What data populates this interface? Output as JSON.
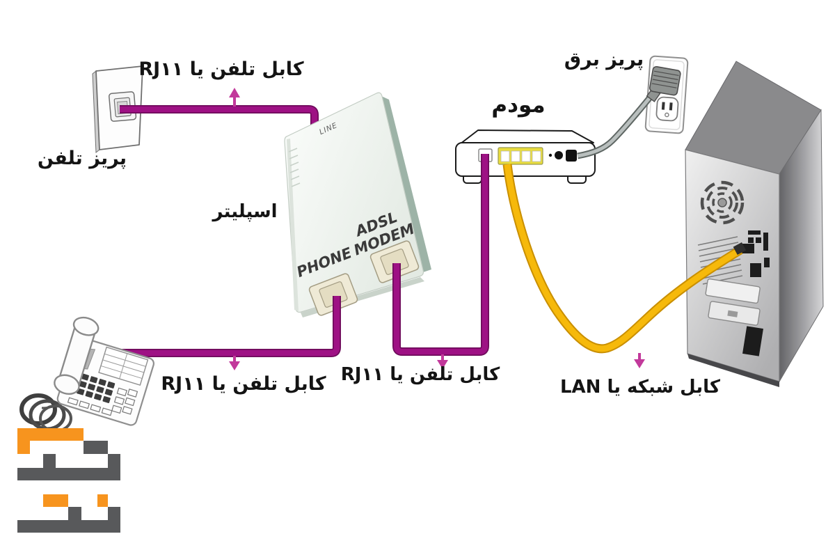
{
  "labels": {
    "wall_cable": "کابل تلفن یا RJ۱۱",
    "phone_socket": "پریز تلفن",
    "splitter": "اسپلیتر",
    "modem": "مودم",
    "power_outlet": "پریز برق",
    "phone_cable": "کابل تلفن یا RJ۱۱",
    "modem_cable": "کابل تلفن یا RJ۱۱",
    "lan_cable": "کابل شبکه یا LAN"
  },
  "splitter_ports": {
    "line": "LINE",
    "phone": "PHONE",
    "adsl_line1": "ADSL",
    "adsl_line2": "MODEM"
  },
  "colors": {
    "cable_purple": "#9E1184",
    "arrow_magenta": "#C2399B",
    "cable_yellow": "#F6B90B",
    "cable_gray": "#B9BFBE",
    "logo_orange": "#F7941E",
    "logo_gray": "#58595B"
  }
}
